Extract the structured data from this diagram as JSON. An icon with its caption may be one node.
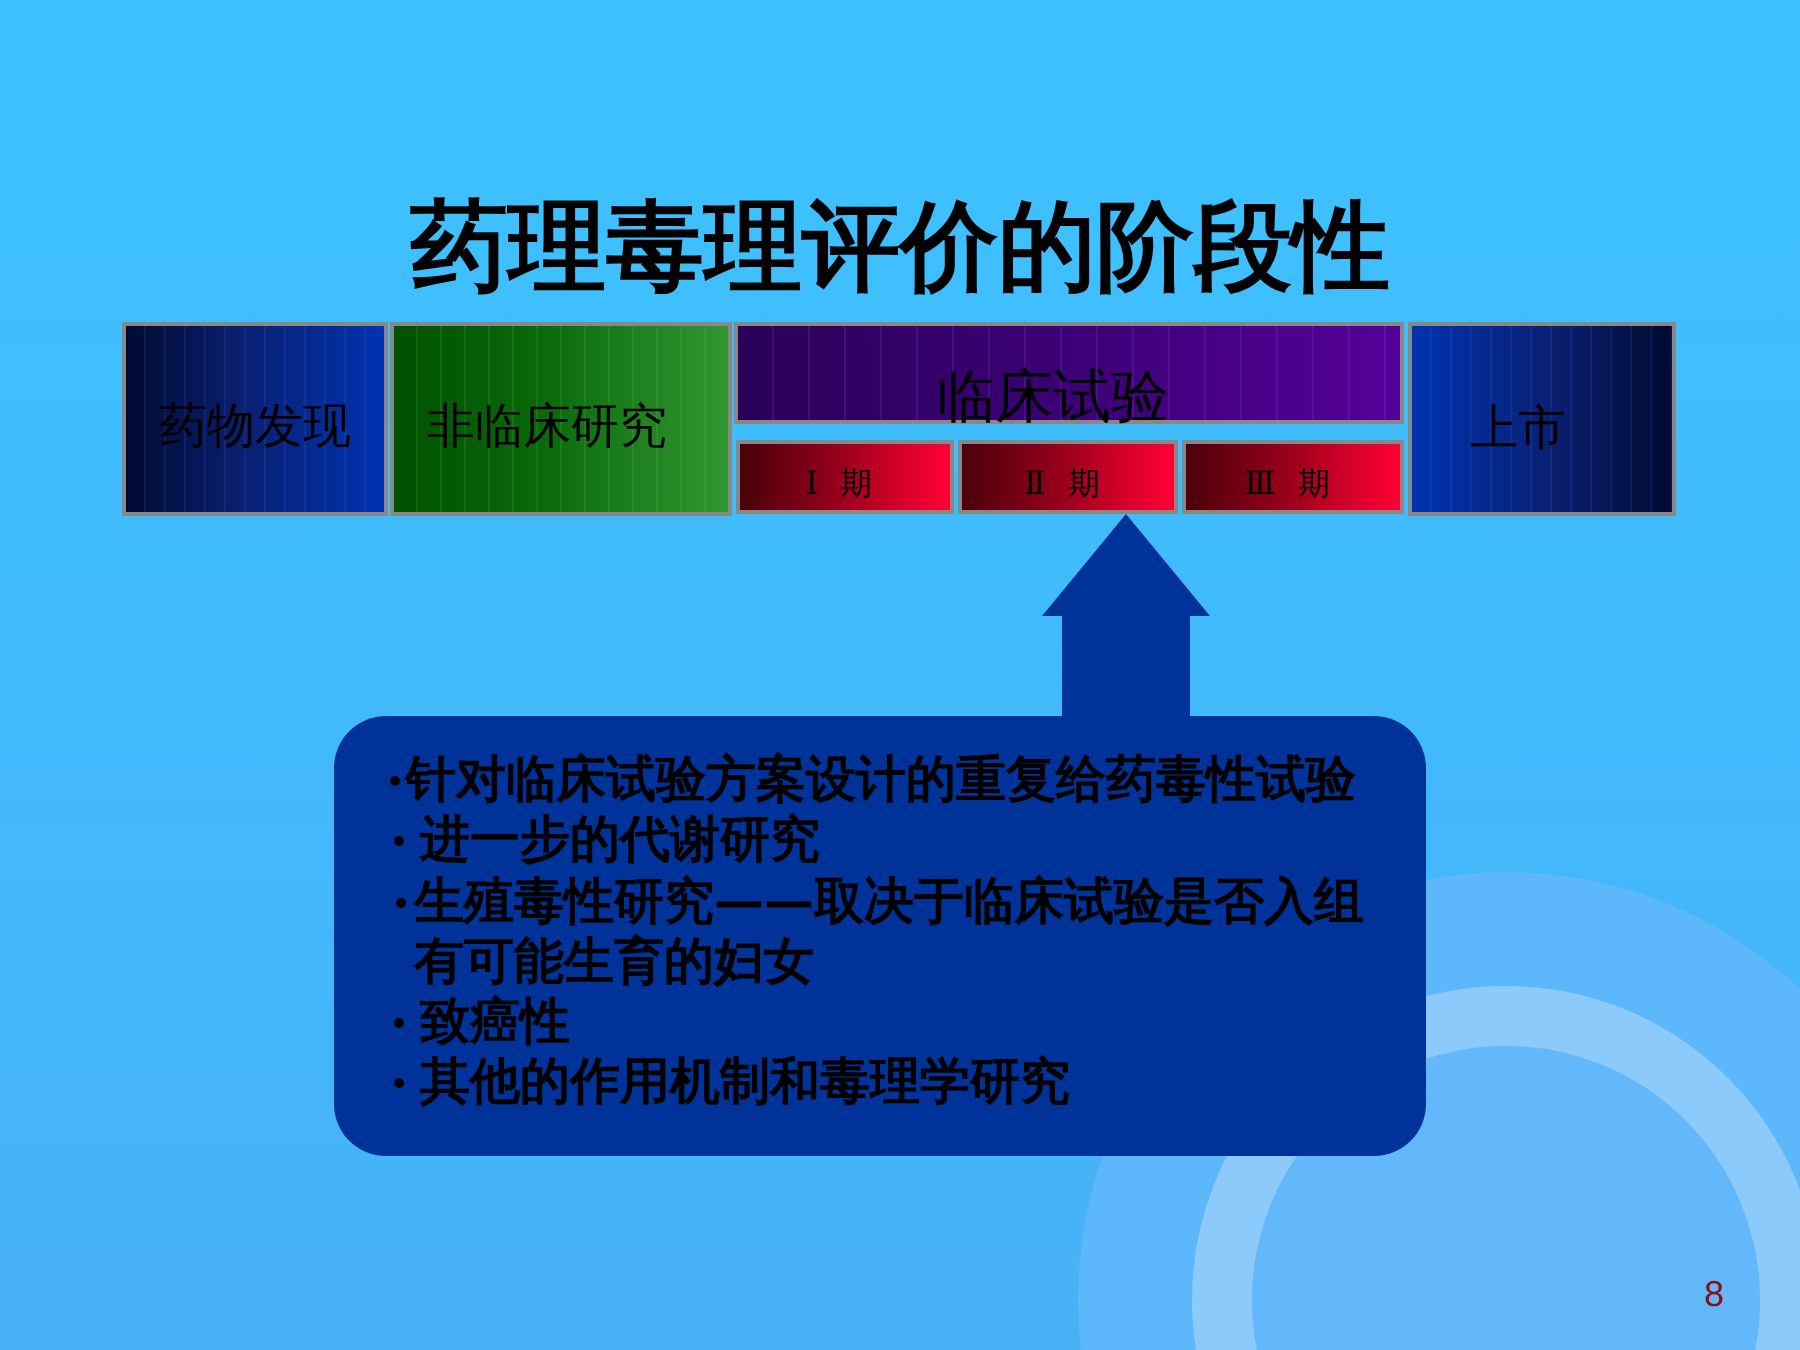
{
  "diagram": {
    "title": "药理毒理评价的阶段性",
    "nodes": [
      {
        "text": [
          "药物发现"
        ]
      },
      {
        "text": [
          "非临床研究"
        ]
      },
      {
        "text": [
          "临床试验"
        ]
      },
      {
        "text": [
          "Ⅰ 期"
        ]
      },
      {
        "text": [
          "Ⅱ 期"
        ]
      },
      {
        "text": [
          "Ⅲ 期"
        ]
      },
      {
        "text": [
          "上市"
        ]
      },
      {
        "text": [
          "针对临床试验方案设计的重复给药毒性试验",
          "进一步的代谢研究",
          "生殖毒性研究——取决于临床试验是否入组有可能生育的妇女",
          "致癌性",
          "其他的作用机制和毒理学研究"
        ]
      }
    ],
    "edges": [
      {
        "from": 7,
        "to": 4,
        "arrow": "to"
      }
    ],
    "labels": [
      "8"
    ]
  }
}
